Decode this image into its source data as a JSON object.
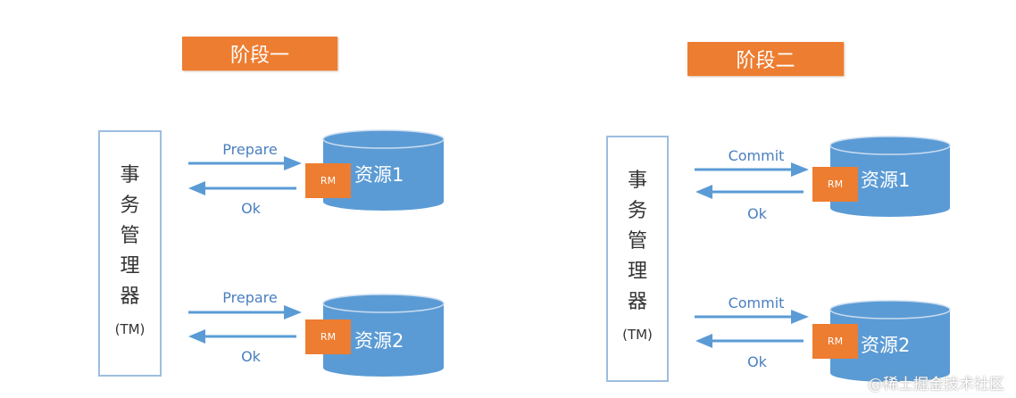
{
  "phases": [
    {
      "title": "阶段一",
      "tm": [
        "事",
        "务",
        "管",
        "理",
        "器",
        "(TM)"
      ],
      "request": "Prepare",
      "response": "Ok",
      "resources": [
        "资源1",
        "资源2"
      ],
      "rm": "RM"
    },
    {
      "title": "阶段二",
      "tm": [
        "事",
        "务",
        "管",
        "理",
        "器",
        "(TM)"
      ],
      "request": "Commit",
      "response": "Ok",
      "resources": [
        "资源1",
        "资源2"
      ],
      "rm": "RM"
    }
  ],
  "watermark": "@稀土掘金技术社区",
  "colors": {
    "orange": "#ED7D31",
    "blue": "#5B9BD5"
  }
}
